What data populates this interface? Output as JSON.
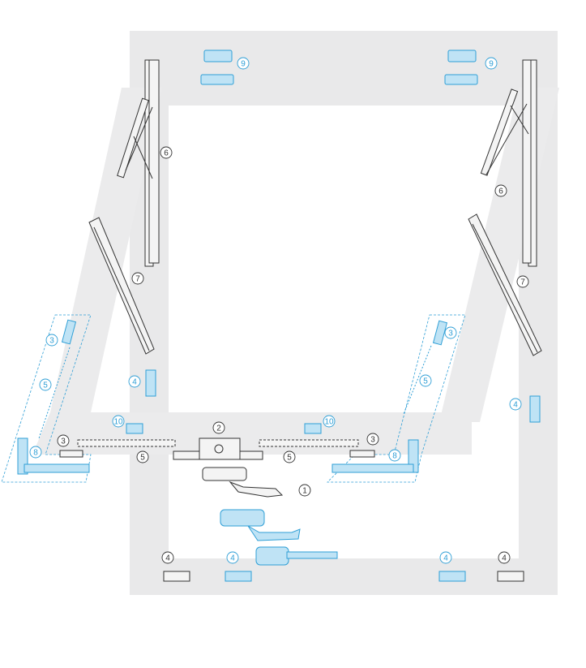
{
  "colors": {
    "frame_fill": "#e9e9ea",
    "sash_fill": "#ebebec",
    "part_outline": "#333333",
    "part_fill": "#f4f4f4",
    "part_dark": "#555555",
    "accent": "#2f9fd6",
    "accent_fill": "#bfe3f5",
    "callout_dark": "#333333"
  },
  "callouts": [
    {
      "id": "c9-left",
      "label": "9",
      "color": "accent"
    },
    {
      "id": "c9-right",
      "label": "9",
      "color": "accent"
    },
    {
      "id": "c6-left",
      "label": "6",
      "color": "dark"
    },
    {
      "id": "c6-right",
      "label": "6",
      "color": "dark"
    },
    {
      "id": "c7-left",
      "label": "7",
      "color": "dark"
    },
    {
      "id": "c7-right",
      "label": "7",
      "color": "dark"
    },
    {
      "id": "c3-left-top",
      "label": "3",
      "color": "accent"
    },
    {
      "id": "c3-right-top",
      "label": "3",
      "color": "accent"
    },
    {
      "id": "c5-left-side",
      "label": "5",
      "color": "accent"
    },
    {
      "id": "c5-right-side",
      "label": "5",
      "color": "accent"
    },
    {
      "id": "c4-left-keep",
      "label": "4",
      "color": "accent"
    },
    {
      "id": "c4-right-keep",
      "label": "4",
      "color": "accent"
    },
    {
      "id": "c10-left",
      "label": "10",
      "color": "accent"
    },
    {
      "id": "c10-right",
      "label": "10",
      "color": "accent"
    },
    {
      "id": "c2",
      "label": "2",
      "color": "dark"
    },
    {
      "id": "c3-left-bottom",
      "label": "3",
      "color": "dark"
    },
    {
      "id": "c3-right-bottom",
      "label": "3",
      "color": "dark"
    },
    {
      "id": "c5-left-bottom",
      "label": "5",
      "color": "dark"
    },
    {
      "id": "c5-right-bottom",
      "label": "5",
      "color": "dark"
    },
    {
      "id": "c8-left",
      "label": "8",
      "color": "accent"
    },
    {
      "id": "c8-right",
      "label": "8",
      "color": "accent"
    },
    {
      "id": "c1",
      "label": "1",
      "color": "dark"
    },
    {
      "id": "c4-bottom-1",
      "label": "4",
      "color": "dark"
    },
    {
      "id": "c4-bottom-2",
      "label": "4",
      "color": "accent"
    },
    {
      "id": "c4-bottom-3",
      "label": "4",
      "color": "accent"
    },
    {
      "id": "c4-bottom-4",
      "label": "4",
      "color": "dark"
    }
  ]
}
